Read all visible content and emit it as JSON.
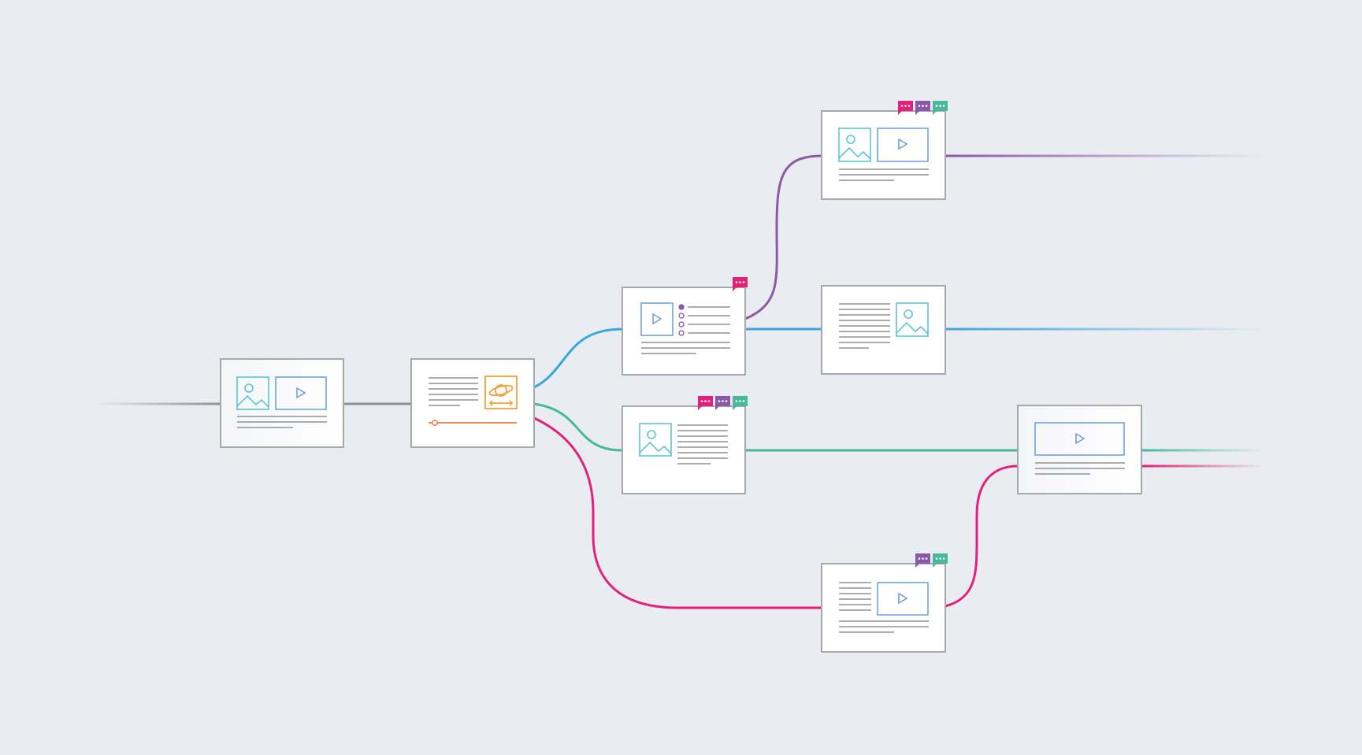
{
  "colors": {
    "background": "#e9ecf1",
    "card_fill": "#ffffff",
    "card_border": "#a6a8ac",
    "text_line": "#8e9196",
    "image_icon": "#5ec4d4",
    "video_icon": "#6fa3dc",
    "list_icon": "#8a5aa8",
    "planet_icon": "#f2a233",
    "slider": "#f07850",
    "branch_gray": "#8f9297",
    "branch_blue": "#3aa6df",
    "branch_purple": "#8a5aa8",
    "branch_teal": "#48b89c",
    "branch_pink": "#e5207a",
    "badge_pink": "#e5207a",
    "badge_purple": "#8a5aa8",
    "badge_teal": "#48b89c"
  },
  "cards": [
    {
      "id": "root",
      "content": [
        "image-icon",
        "video-icon",
        "text-lines"
      ]
    },
    {
      "id": "planet",
      "content": [
        "text-lines",
        "planet-icon",
        "slider"
      ]
    },
    {
      "id": "video-list",
      "content": [
        "video-icon",
        "bullet-list",
        "text-lines"
      ],
      "comments": [
        "pink"
      ]
    },
    {
      "id": "image-text",
      "content": [
        "image-icon",
        "text-lines"
      ],
      "comments": [
        "pink",
        "purple",
        "teal"
      ]
    },
    {
      "id": "top-image-video",
      "content": [
        "image-icon",
        "video-icon",
        "text-lines"
      ],
      "comments": [
        "pink",
        "purple",
        "teal"
      ]
    },
    {
      "id": "text-image",
      "content": [
        "text-lines",
        "image-icon"
      ]
    },
    {
      "id": "text-video",
      "content": [
        "text-lines",
        "video-icon"
      ],
      "comments": [
        "purple",
        "teal"
      ]
    },
    {
      "id": "right-video",
      "content": [
        "video-icon",
        "text-lines"
      ]
    }
  ],
  "branches": [
    {
      "name": "gray",
      "from": "start",
      "to": "planet"
    },
    {
      "name": "blue",
      "from": "planet",
      "to": "end"
    },
    {
      "name": "purple",
      "from": "video-list",
      "to": "end"
    },
    {
      "name": "teal",
      "from": "planet",
      "to": "end"
    },
    {
      "name": "pink",
      "from": "planet",
      "to": "end"
    }
  ]
}
